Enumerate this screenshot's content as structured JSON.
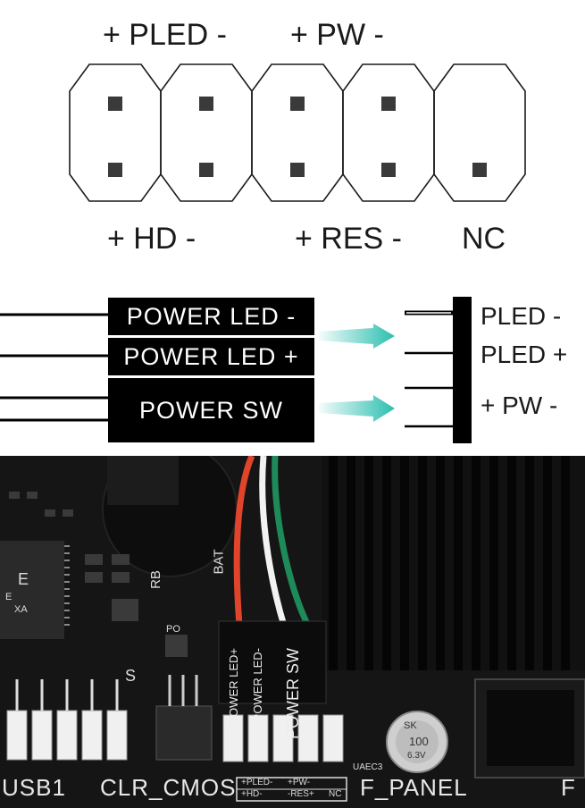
{
  "pin_header": {
    "top_labels": [
      "+ PLED -",
      "+ PW -"
    ],
    "bottom_labels": [
      "+ HD -",
      "+ RES -",
      "NC"
    ]
  },
  "wiring": {
    "connector_labels": [
      "POWER  LED -",
      "POWER  LED +",
      "POWER  SW"
    ],
    "pin_labels": [
      "PLED  -",
      "PLED +",
      "+ PW -"
    ],
    "arrow_color": "#2bbfb0"
  },
  "photo": {
    "board_labels": {
      "usb": "USB1",
      "clr_cmos": "CLR_CMOS",
      "f_panel": "F_PANEL",
      "f_edge": "F",
      "bat": "BAT",
      "rb": "RB"
    },
    "connector_print": [
      "POWER LED+",
      "POWER LED-",
      "POWER SW"
    ],
    "silkscreen_top": [
      "+PLED-",
      "+PW-"
    ],
    "silkscreen_bottom": [
      "+HD-",
      "-RES+",
      "NC"
    ],
    "capacitor_text": [
      "SK",
      "100",
      "6.3V"
    ],
    "chip_text": [
      "E",
      "E",
      "XA"
    ],
    "misc_silk": [
      "UAEC3",
      "PO",
      "S"
    ]
  }
}
